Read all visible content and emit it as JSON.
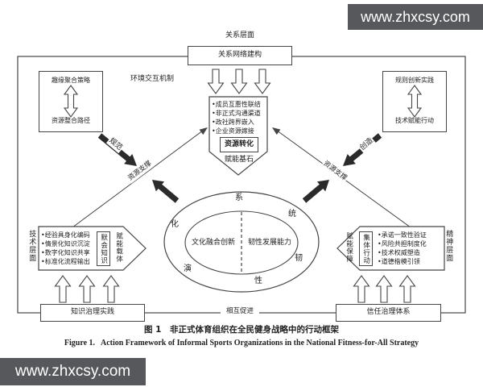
{
  "watermark": {
    "top": "www.zhxcsy.com",
    "bottom": "www.zhxcsy.com"
  },
  "layers": {
    "top": "关系层面",
    "left_vertical": "技术层面",
    "right_vertical": "精神层面"
  },
  "top_box": {
    "label": "关系网络建构"
  },
  "env_label": "环境交互机制",
  "left_top_box": {
    "top": "趣缘聚合策略",
    "bottom": "资源整合路径"
  },
  "right_top_box": {
    "top": "规则创新实践",
    "bottom": "技术赋能行动"
  },
  "arrow_labels": {
    "left": "规范",
    "right": "创造",
    "support_left": "资源支撑",
    "support_right": "资源支撑"
  },
  "pentagon": {
    "bullets": [
      "•成员互惠性联结",
      "•非正式沟通渠道",
      "•政社跨界嵌入",
      "•企业资源嫁接"
    ],
    "inner_box": "资源转化",
    "footer": "赋能基石"
  },
  "ellipse": {
    "left": "文化融合创新",
    "right": "韧性发展能力",
    "ring": [
      "系",
      "统",
      "韧",
      "性",
      "演",
      "化"
    ]
  },
  "left_shape": {
    "bullets": [
      "•经验具身化编码",
      "•情景化知识沉淀",
      "•数字化知识共享",
      "•标准化流程输出"
    ],
    "inner_box": "默会知识",
    "side_label": "赋能载体"
  },
  "right_shape": {
    "bullets": [
      "•承诺一致性验证",
      "•风险共担制度化",
      "•技术权威塑造",
      "•道德楷模引领"
    ],
    "inner_box": "集体行动",
    "side_label": "赋能保障"
  },
  "bottom_left_box": "知识治理实践",
  "bottom_right_box": "信任治理体系",
  "bottom_connector": "相互促进",
  "caption": {
    "zh": "图 1　非正式体育组织在全民健身战略中的行动框架",
    "en": "Figure 1.   Action Framework of Informal Sports Organizations in the National Fitness-for-All Strategy"
  },
  "colors": {
    "line": "#454545",
    "watermark_bg": "#57585b",
    "text": "#1f1f1f"
  }
}
